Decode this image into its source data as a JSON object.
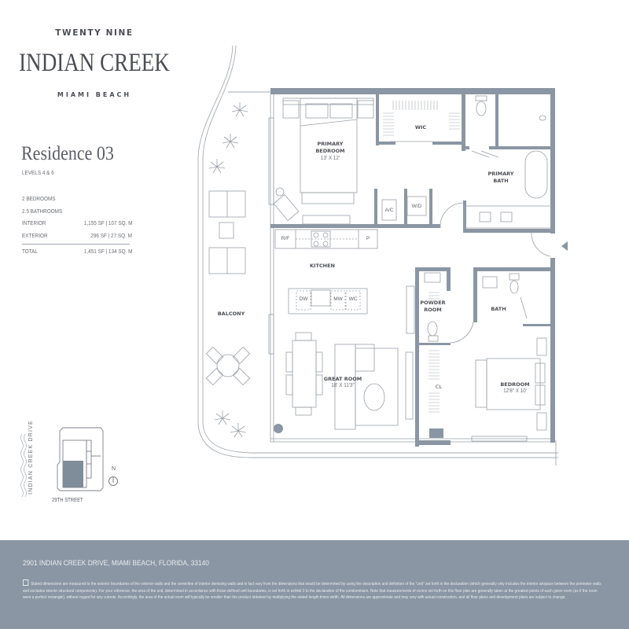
{
  "brand": {
    "line1": "TWENTY NINE",
    "line2": "INDIAN CREEK",
    "line3": "MIAMI BEACH"
  },
  "residence": {
    "title": "Residence 03",
    "levels": "LEVELS 4 & 6"
  },
  "specs": {
    "bedrooms": "2 BEDROOMS",
    "bathrooms": "2.5 BATHROOMS",
    "rows": [
      {
        "label": "INTERIOR",
        "value": "1,155 SF  |  107 SQ. M"
      },
      {
        "label": "EXTERIOR",
        "value": "296 SF  |   27 SQ. M"
      },
      {
        "label": "TOTAL",
        "value": "1,451 SF  |  134 SQ. M"
      }
    ]
  },
  "rooms": {
    "primary_bedroom": {
      "name_line1": "PRIMARY",
      "name_line2": "BEDROOM",
      "dim": "13' X 12'"
    },
    "wic": {
      "name": "WIC"
    },
    "primary_bath": {
      "name_line1": "PRIMARY",
      "name_line2": "BATH"
    },
    "kitchen": {
      "name": "KITCHEN"
    },
    "powder_room": {
      "name_line1": "POWDER",
      "name_line2": "ROOM"
    },
    "bath": {
      "name": "BATH"
    },
    "great_room": {
      "name": "GREAT ROOM",
      "dim": "18' X 11'3\""
    },
    "bedroom": {
      "name": "BEDROOM",
      "dim": "12'8\" X 10'"
    },
    "closet": {
      "name": "CL"
    },
    "balcony": {
      "name": "BALCONY"
    }
  },
  "fixtures": {
    "ac": "A/C",
    "wd": "W/D",
    "rf": "R/F",
    "pantry": "P",
    "dw": "DW",
    "mw": "MW",
    "wc": "WC"
  },
  "keyplan": {
    "street": "29TH STREET",
    "drive": "INDIAN CREEK DRIVE",
    "north": "N"
  },
  "footer": {
    "address": "2901 INDIAN CREEK DRIVE, MIAMI BEACH, FLORIDA, 33140",
    "disclaimer": "Stated dimensions are measured to the exterior boundaries of the exterior walls and the centerline of interior demising walls and in fact vary from the dimensions that would be determined by using the description and definition of the \"unit\" set forth in the declaration (which generally only includes the interior airspace between the perimeter walls and excludes interior structural components). For your reference, the area of the unit, determined in accordance with those defined unit boundaries, is set forth in exhibit 3 to the declaration of the condominium. Note that measurements of rooms set forth on this floor plan are generally taken at the greatest points of each given room (as if the room were a perfect rectangle), without regard for any cutouts. Accordingly, the area of the actual room will typically be smaller than the product obtained by multiplying the stated length times width. All dimensions are approximate and may vary with actual construction, and all floor plans and development plans are subject to change."
  },
  "colors": {
    "wall": "#8a96a3",
    "footer_bg": "#8a96a3",
    "line": "#9aa0a7",
    "text": "#4a4d52"
  }
}
